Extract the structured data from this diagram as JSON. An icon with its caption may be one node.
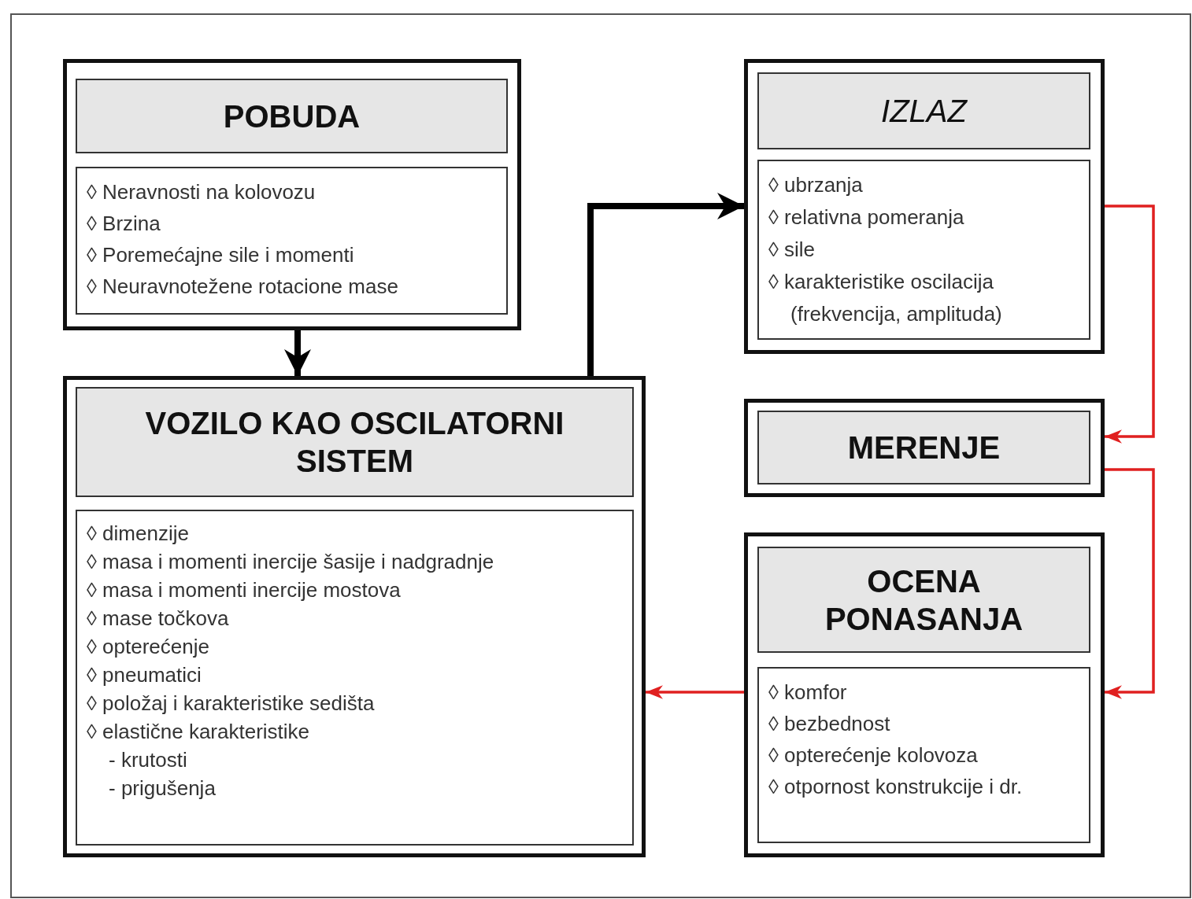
{
  "diagram": {
    "nodes": [
      {
        "text": [],
        "shape": "box"
      },
      {
        "text": [
          "POBUDA"
        ],
        "in": 0
      },
      {
        "text": [
          "◊ Neravnosti na kolovozu",
          "◊ Brzina",
          "◊ Poremećajne sile  i momenti",
          "◊ Neuravnotežene rotacione mase"
        ],
        "in": 0
      },
      {
        "text": [],
        "shape": "box"
      },
      {
        "text": [
          "VOZILO KAO OSCILATORNI SISTEM"
        ],
        "in": 3
      },
      {
        "text": [
          "◊ dimenzije",
          "◊ masa i momenti inercije šasije i nadgradnje",
          "◊ masa i momenti inercije mostova",
          "◊ mase točkova",
          "◊ opterećenje",
          "◊ pneumatici",
          "◊ položaj i karakteristike sedišta",
          "◊ elastične karakteristike",
          "- krutosti",
          "- prigušenja"
        ],
        "in": 3
      },
      {
        "text": [],
        "shape": "box"
      },
      {
        "text": [
          "IZLAZ"
        ],
        "in": 6
      },
      {
        "text": [
          "◊ ubrzanja",
          "◊ relativna pomeranja",
          "◊ sile",
          "◊ karakteristike oscilacija (frekvencija, amplituda)"
        ],
        "in": 6
      },
      {
        "text": [],
        "shape": "box"
      },
      {
        "text": [
          "MERENJE"
        ],
        "in": 9
      },
      {
        "text": [],
        "shape": "box"
      },
      {
        "text": [
          "OCENA PONASANJA"
        ],
        "in": 11
      },
      {
        "text": [
          "◊ komfor",
          "◊ bezbednost",
          "◊ opterećenje kolovoza",
          "◊ otpornost konstrukcije i dr."
        ],
        "in": 11
      }
    ],
    "edges": [
      {
        "from": 0,
        "to": 3,
        "arrow": "to",
        "style": "thick",
        "color": "#000000"
      },
      {
        "from": 3,
        "to": 6,
        "arrow": "to",
        "style": "thick",
        "color": "#000000"
      },
      {
        "from": 6,
        "to": 9,
        "arrow": "to"
      },
      {
        "from": 9,
        "to": 11,
        "arrow": "to"
      },
      {
        "from": 11,
        "to": 3,
        "arrow": "to"
      }
    ]
  }
}
